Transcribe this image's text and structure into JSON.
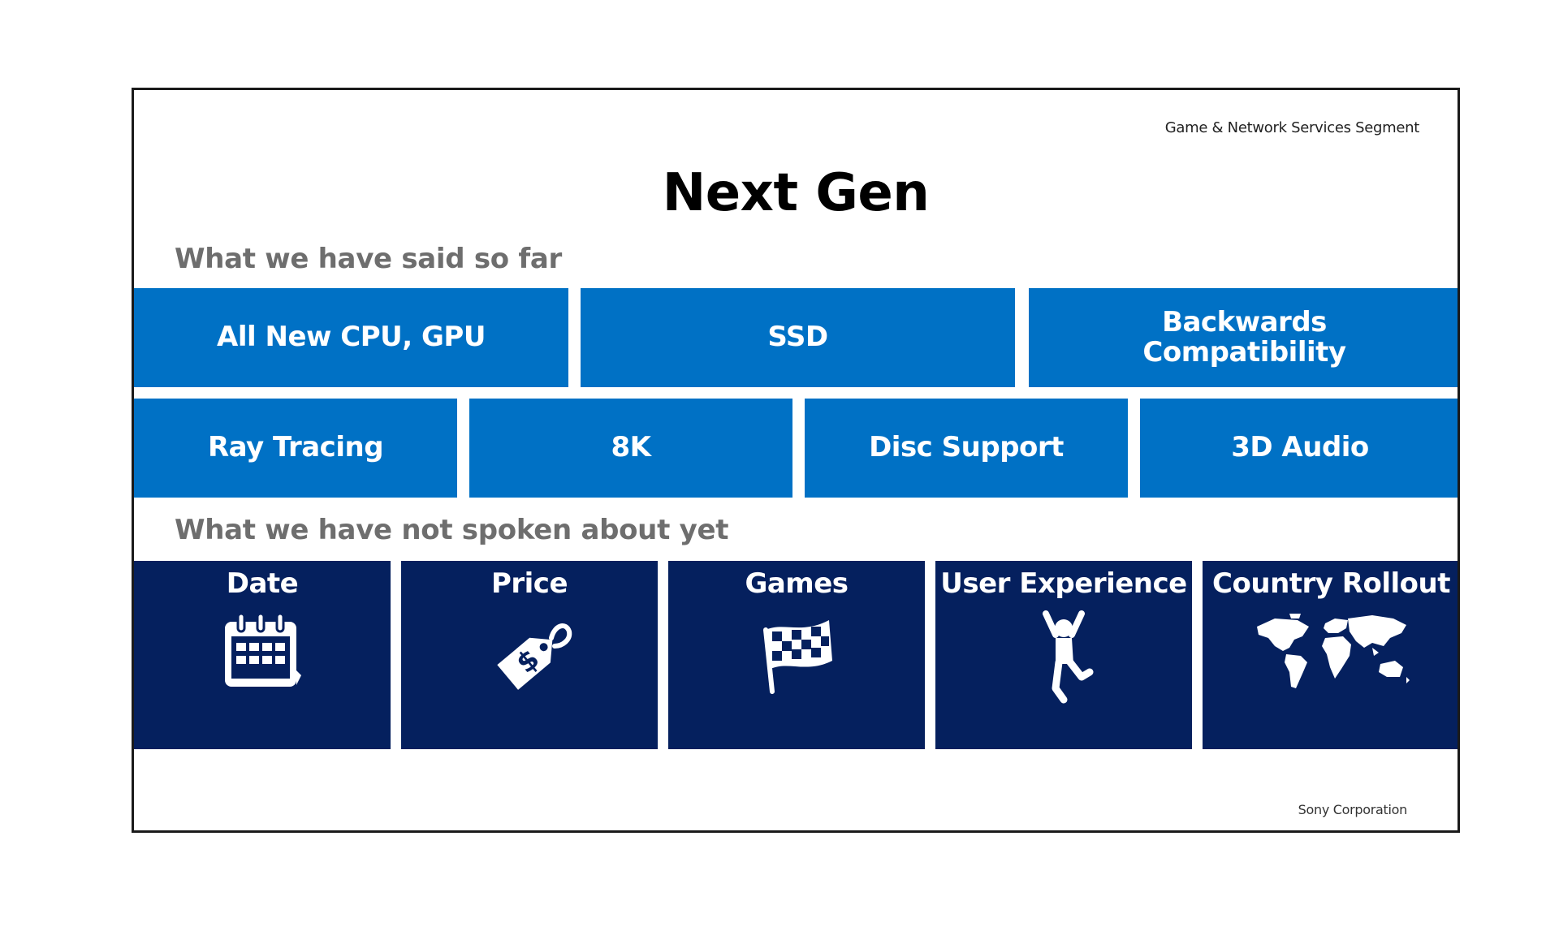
{
  "header": {
    "segment": "Game & Network Services Segment",
    "title": "Next Gen"
  },
  "said": {
    "label": "What we have said so far",
    "row1": [
      "All New CPU, GPU",
      "SSD",
      "Backwards Compatibility"
    ],
    "row2": [
      "Ray Tracing",
      "8K",
      "Disc Support",
      "3D Audio"
    ]
  },
  "not_spoken": {
    "label": "What we have not spoken about yet",
    "items": [
      {
        "label": "Date",
        "icon": "calendar-icon"
      },
      {
        "label": "Price",
        "icon": "price-tag-icon"
      },
      {
        "label": "Games",
        "icon": "checkered-flag-icon"
      },
      {
        "label": "User Experience",
        "icon": "jumping-person-icon"
      },
      {
        "label": "Country Rollout",
        "icon": "world-map-icon"
      }
    ]
  },
  "footer": {
    "company": "Sony Corporation"
  },
  "colors": {
    "blue_tile": "#0071c5",
    "navy_tile": "#05205e",
    "section_label": "#6e6e6e"
  }
}
